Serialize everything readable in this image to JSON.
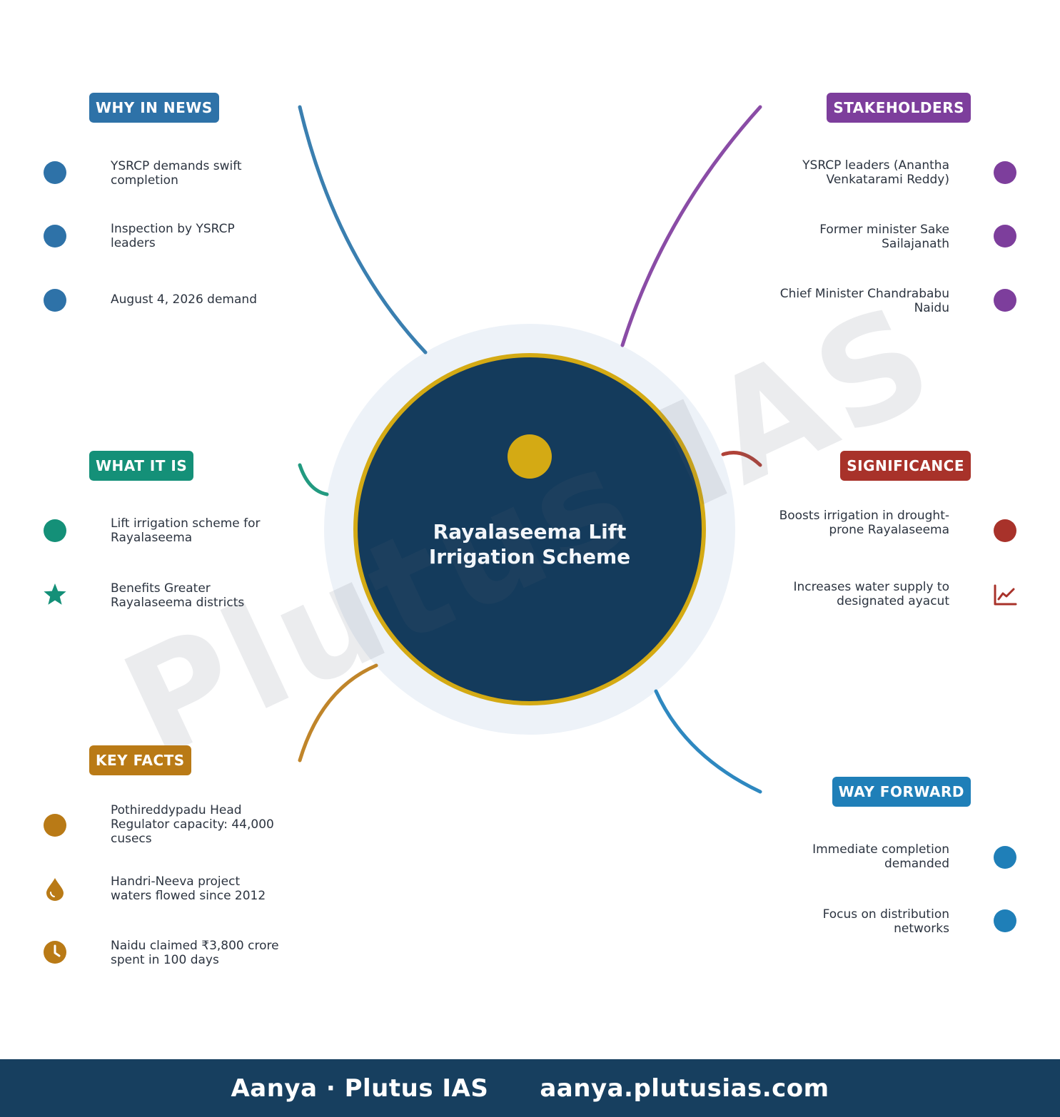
{
  "center": {
    "title": "Rayalaseema Lift Irrigation Scheme"
  },
  "watermark": "Plutus IAS",
  "colors": {
    "center_fill": "#143b5c",
    "center_ring": "#d4aa14",
    "halo": "#edf2f8",
    "center_dot": "#d4aa14",
    "why_in_news": "#2e72a8",
    "what_it_is": "#149078",
    "key_facts": "#b97a16",
    "stakeholders": "#7d3e9c",
    "significance": "#a8322a",
    "way_forward": "#1f7fb8",
    "footer_bg": "#173f5f"
  },
  "branches": {
    "why_in_news": {
      "label": "WHY IN NEWS",
      "items": [
        {
          "text": "YSRCP demands swift completion",
          "icon": "dot-icon"
        },
        {
          "text": "Inspection by YSRCP leaders",
          "icon": "dot-icon"
        },
        {
          "text": "August 4, 2026 demand",
          "icon": "dot-icon"
        }
      ]
    },
    "what_it_is": {
      "label": "WHAT IT IS",
      "items": [
        {
          "text": "Lift irrigation scheme for Rayalaseema",
          "icon": "dot-icon"
        },
        {
          "text": "Benefits Greater Rayalaseema districts",
          "icon": "star-icon"
        }
      ]
    },
    "key_facts": {
      "label": "KEY FACTS",
      "items": [
        {
          "text": "Pothireddypadu Head Regulator capacity: 44,000 cusecs",
          "icon": "dot-icon"
        },
        {
          "text": "Handri-Neeva project waters flowed since 2012",
          "icon": "water-drop-icon"
        },
        {
          "text": "Naidu claimed ₹3,800 crore spent in 100 days",
          "icon": "clock-icon"
        }
      ]
    },
    "stakeholders": {
      "label": "STAKEHOLDERS",
      "items": [
        {
          "text": "YSRCP leaders (Anantha Venkatarami Reddy)",
          "icon": "dot-icon"
        },
        {
          "text": "Former minister Sake Sailajanath",
          "icon": "dot-icon"
        },
        {
          "text": "Chief Minister Chandrababu Naidu",
          "icon": "dot-icon"
        }
      ]
    },
    "significance": {
      "label": "SIGNIFICANCE",
      "items": [
        {
          "text": "Boosts irrigation in drought-prone Rayalaseema",
          "icon": "dot-icon"
        },
        {
          "text": "Increases water supply to designated ayacut",
          "icon": "line-chart-icon"
        }
      ]
    },
    "way_forward": {
      "label": "WAY FORWARD",
      "items": [
        {
          "text": "Immediate completion demanded",
          "icon": "dot-icon"
        },
        {
          "text": "Focus on distribution networks",
          "icon": "dot-icon"
        }
      ]
    }
  },
  "footer": {
    "brand": "Aanya · Plutus IAS",
    "url": "aanya.plutusias.com"
  }
}
